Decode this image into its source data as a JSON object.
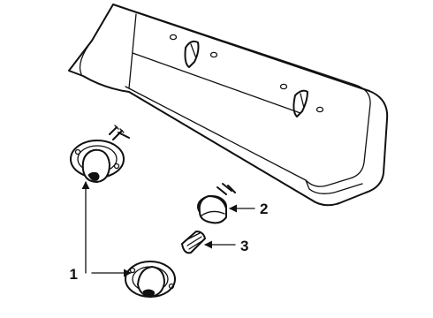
{
  "callouts": [
    {
      "number": "1",
      "part": "lamp-assembly"
    },
    {
      "number": "2",
      "part": "socket"
    },
    {
      "number": "3",
      "part": "bulb"
    }
  ],
  "colors": {
    "ink": "#111111",
    "background": "#ffffff"
  }
}
